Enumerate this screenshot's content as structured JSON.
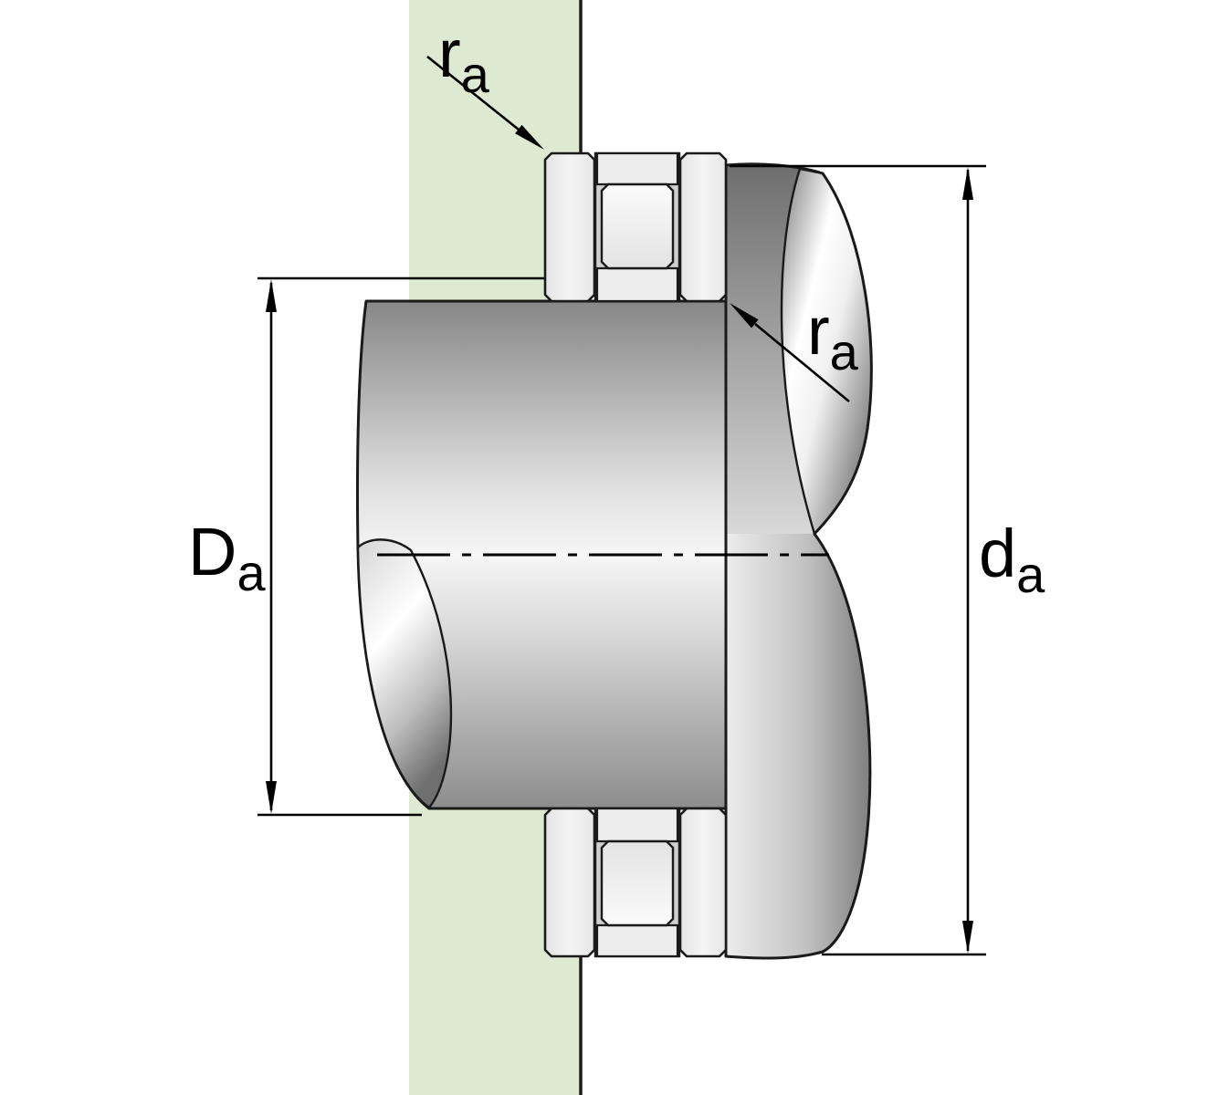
{
  "labels": {
    "ra_top": {
      "main": "r",
      "sub": "a"
    },
    "ra_shaft": {
      "main": "r",
      "sub": "a"
    },
    "Da": {
      "main": "D",
      "sub": "a"
    },
    "da": {
      "main": "d",
      "sub": "a"
    }
  },
  "colors": {
    "background": "#ffffff",
    "housing": "#dde9d0",
    "outline": "#1a1a1a",
    "dimension_lines": "#000000",
    "steel_light": "#f6f6f6",
    "steel_mid": "#c2c2c2",
    "steel_dark": "#8a8a8a",
    "bearing_part_fill": "#ededed"
  }
}
